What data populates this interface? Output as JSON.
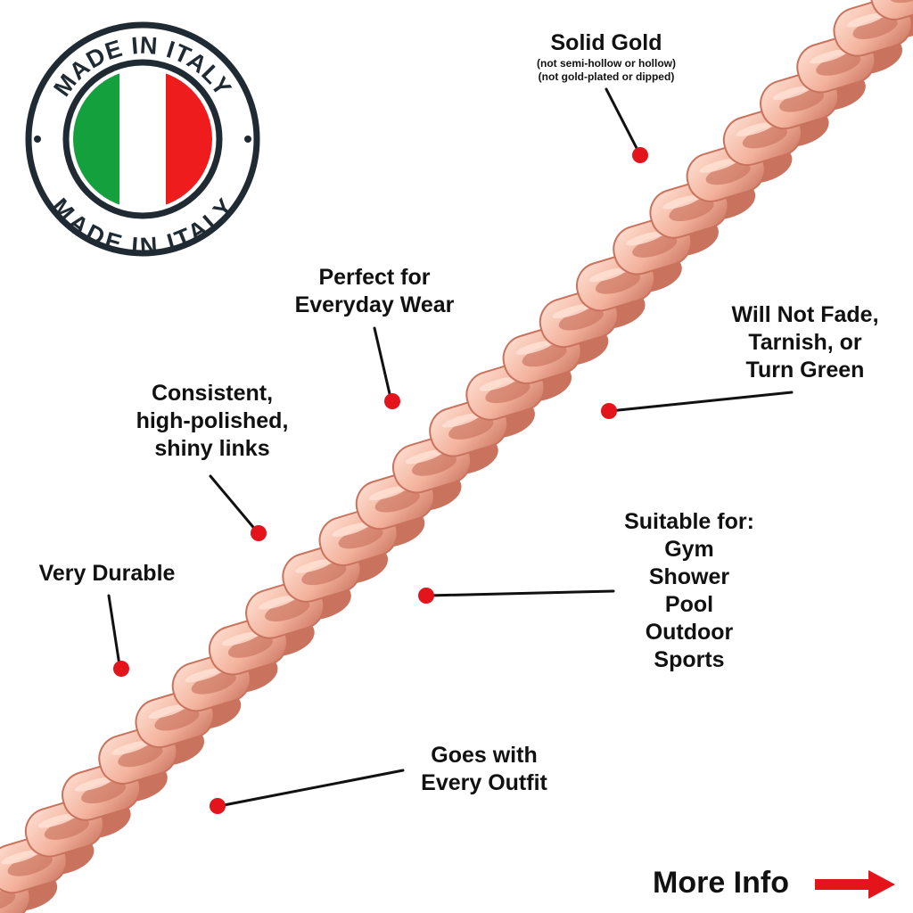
{
  "badge": {
    "top_text": "MADE IN ITALY",
    "bottom_text": "MADE IN ITALY",
    "flag_colors": {
      "green": "#14a03c",
      "white": "#ffffff",
      "red": "#ee1c1c"
    },
    "ring_color": "#1f2a33"
  },
  "chain": {
    "link_color": "#f3b29c",
    "link_shadow": "#c9735e",
    "link_highlight": "#ffe2d6"
  },
  "callouts": {
    "solid_gold": {
      "title": "Solid Gold",
      "note_1": "(not semi-hollow or hollow)",
      "note_2": "(not gold-plated or dipped)"
    },
    "everyday": {
      "line_1": "Perfect for",
      "line_2": "Everyday Wear"
    },
    "fade": {
      "line_1": "Will Not Fade,",
      "line_2": "Tarnish, or",
      "line_3": "Turn Green"
    },
    "polish": {
      "line_1": "Consistent,",
      "line_2": "high-polished,",
      "line_3": "shiny links"
    },
    "durable": {
      "line_1": "Very Durable"
    },
    "suitable": {
      "line_1": "Suitable for:",
      "line_2": "Gym",
      "line_3": "Shower",
      "line_4": "Pool",
      "line_5": "Outdoor",
      "line_6": "Sports"
    },
    "outfit": {
      "line_1": "Goes with",
      "line_2": "Every Outfit"
    }
  },
  "marker_color": "#e3141b",
  "more_info": {
    "label": "More Info",
    "arrow_color": "#e3141b"
  }
}
